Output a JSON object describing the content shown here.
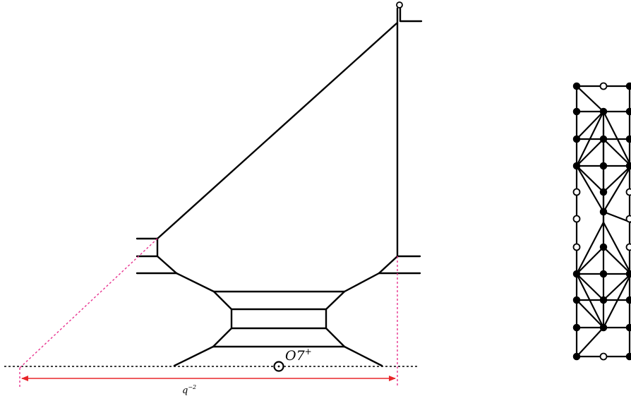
{
  "labels": {
    "orientifold": "O7",
    "orientifold_sup": "+",
    "distance": "q",
    "distance_sup": "−2"
  },
  "colors": {
    "lines": "#000000",
    "dashed_projection": "#e8338f",
    "measure_arrow": "#e8262a"
  }
}
